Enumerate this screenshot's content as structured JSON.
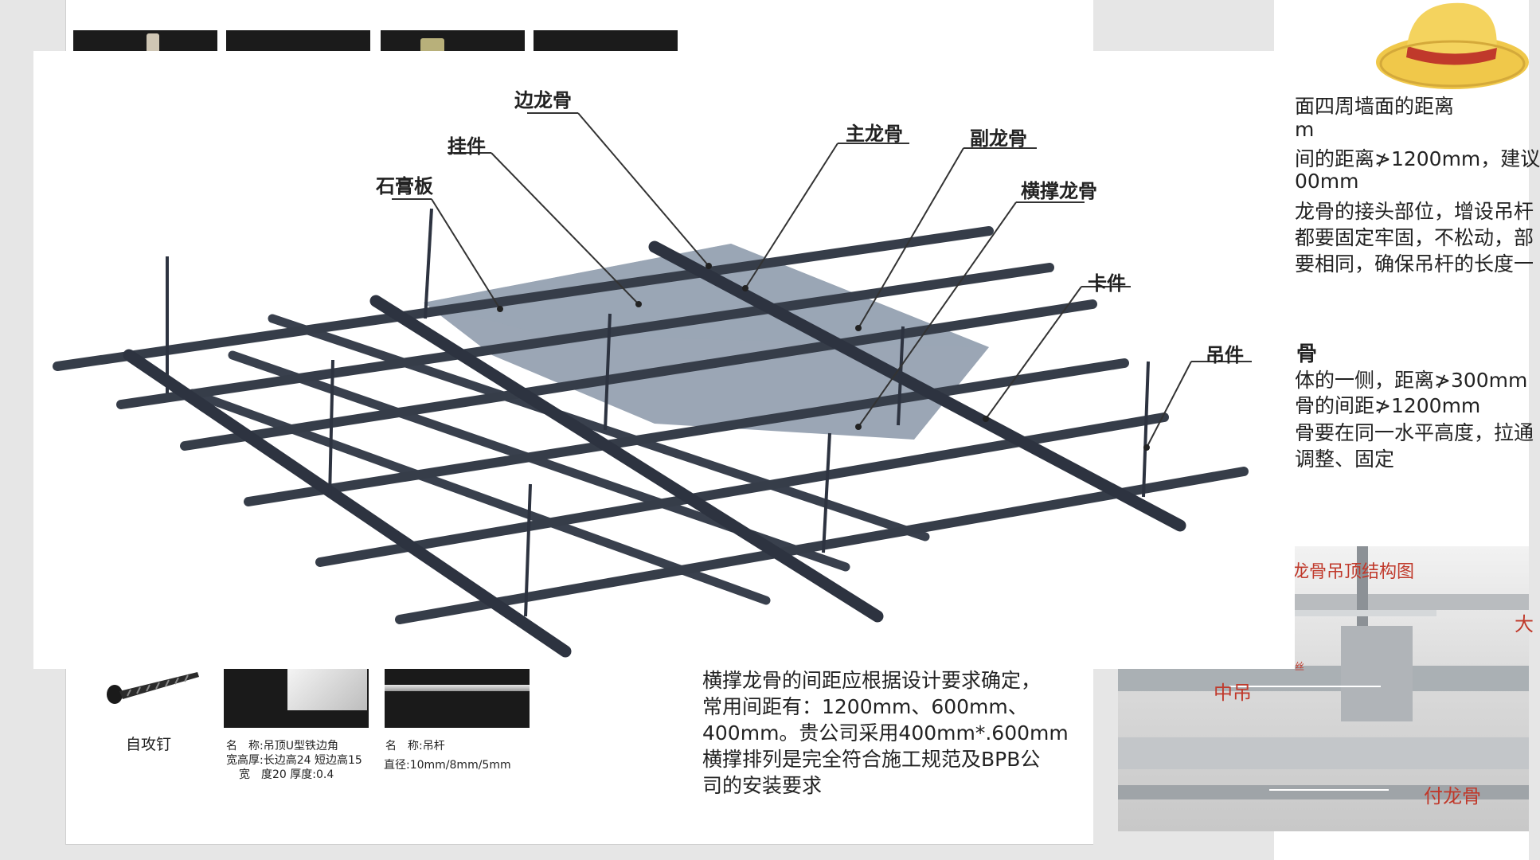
{
  "diagram": {
    "callouts": {
      "edge_keel": "边龙骨",
      "hanger_part": "挂件",
      "gypsum_board": "石膏板",
      "main_keel": "主龙骨",
      "secondary_keel": "副龙骨",
      "cross_brace_keel": "横撑龙骨",
      "clip": "卡件",
      "suspender": "吊件"
    }
  },
  "right_text": {
    "lines": [
      "面四周墙面的距离",
      "m",
      "间的距离≯1200mm，建议",
      "00mm",
      "龙骨的接头部位，增设吊杆",
      "都要固定牢固，不松动，部",
      "要相同，确保吊杆的长度一"
    ],
    "heading": "骨",
    "lines2": [
      "体的一侧，距离≯300mm",
      "骨的间距≯1200mm",
      "骨要在同一水平高度，拉通",
      "调整、固定"
    ]
  },
  "photo": {
    "title": "龙骨吊顶结构图",
    "label_mid": "中吊",
    "label_sub": "付龙骨",
    "label_big": "大",
    "label_small": "丝"
  },
  "bottom": {
    "screw_label": "自攻钉",
    "angle_caption": [
      "名　称:吊顶U型铁边角",
      "宽高厚:长边高24  短边高15",
      "宽　度20  厚度:0.4"
    ],
    "rod_caption": [
      "名　称:吊杆",
      "直径:10mm/8mm/5mm"
    ]
  },
  "paragraph": [
    "横撑龙骨的间距应根据设计要求确定，",
    "常用间距有：1200mm、600mm、",
    "400mm。贵公司采用400mm*.600mm",
    "横撑排列是完全符合施工规范及BPB公",
    "司的安装要求"
  ]
}
